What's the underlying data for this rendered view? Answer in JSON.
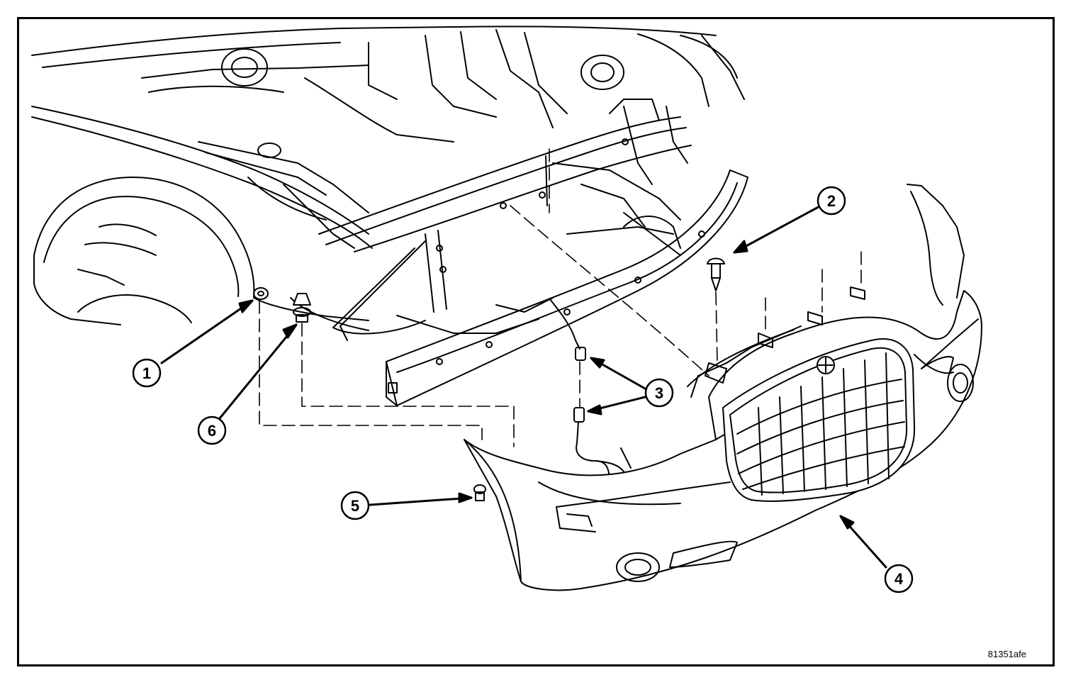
{
  "figure": {
    "id_label": "81351afe",
    "line_color": "#000000",
    "fill_color": "#ffffff"
  },
  "callouts": [
    {
      "number": "1"
    },
    {
      "number": "2"
    },
    {
      "number": "3"
    },
    {
      "number": "4"
    },
    {
      "number": "5"
    },
    {
      "number": "6"
    }
  ]
}
